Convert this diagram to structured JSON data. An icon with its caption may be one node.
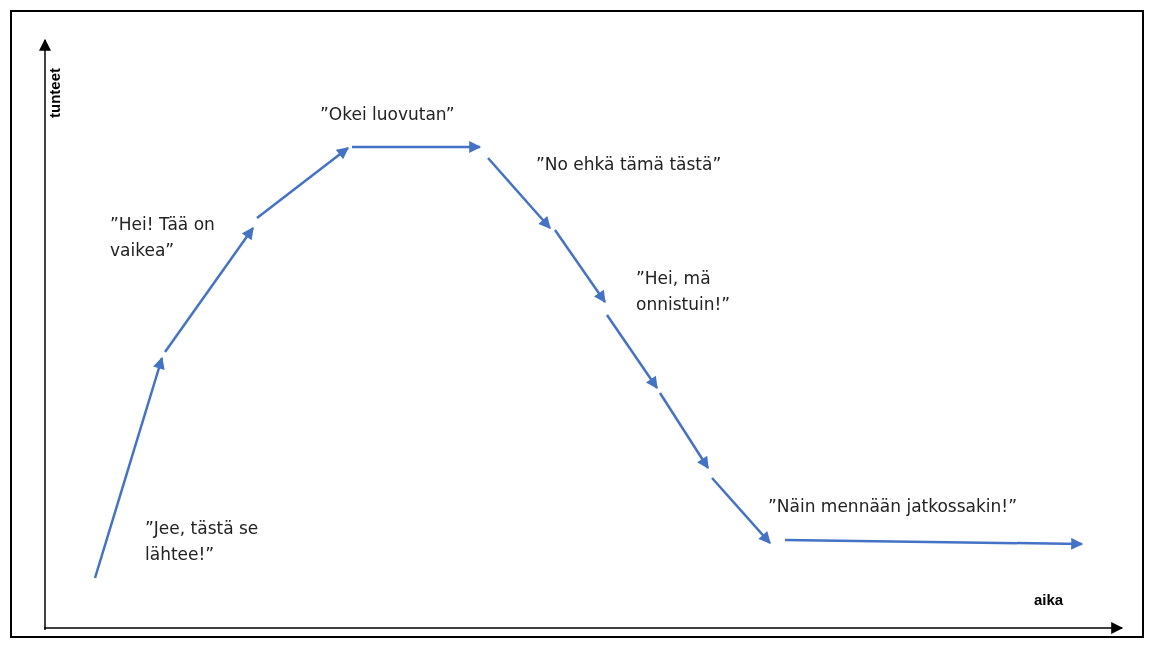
{
  "diagram": {
    "labels": [
      "”Okei luovutan”",
      "tunteet",
      "”No ehkä tämä tästä”",
      "”Hei! Tää on vaikea”",
      "”Hei, mä onnistuin!”",
      "”Näin mennään jatkossakin!”",
      "”Jee, tästä se lähtee!”",
      "aika"
    ]
  }
}
